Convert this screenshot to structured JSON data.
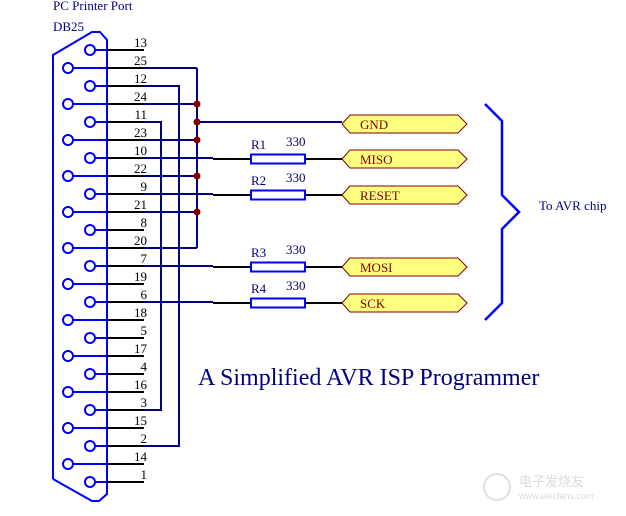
{
  "header": {
    "port_label": "PC Printer Port",
    "connector_label": "DB25"
  },
  "connector": {
    "top_row_pins": [
      "13",
      "12",
      "11",
      "10",
      "9",
      "8",
      "7",
      "6",
      "5",
      "4",
      "3",
      "2",
      "1"
    ],
    "bottom_row_pins": [
      "25",
      "24",
      "23",
      "22",
      "21",
      "20",
      "19",
      "18",
      "17",
      "16",
      "15",
      "14"
    ]
  },
  "resistors": [
    {
      "ref": "R1",
      "value": "330",
      "net": "MISO",
      "pin": "10"
    },
    {
      "ref": "R2",
      "value": "330",
      "net": "RESET",
      "pin": "9"
    },
    {
      "ref": "R3",
      "value": "330",
      "net": "MOSI",
      "pin": "7"
    },
    {
      "ref": "R4",
      "value": "330",
      "net": "SCK",
      "pin": "6"
    }
  ],
  "ports": [
    {
      "name": "GND"
    },
    {
      "name": "MISO"
    },
    {
      "name": "RESET"
    },
    {
      "name": "MOSI"
    },
    {
      "name": "SCK"
    }
  ],
  "gnd_pins": [
    "25",
    "24",
    "23",
    "22",
    "21",
    "20"
  ],
  "brace_label": "To AVR chip",
  "title": "A Simplified AVR ISP Programmer",
  "watermark": {
    "line1": "电子发烧友",
    "line2": "www.elecfans.com"
  },
  "colors": {
    "connector": "#0000ff",
    "wire": "#000080",
    "stub": "#000000",
    "junction": "#800000",
    "port_fill": "#ffff80",
    "port_border": "#800000",
    "text": "#000080"
  }
}
